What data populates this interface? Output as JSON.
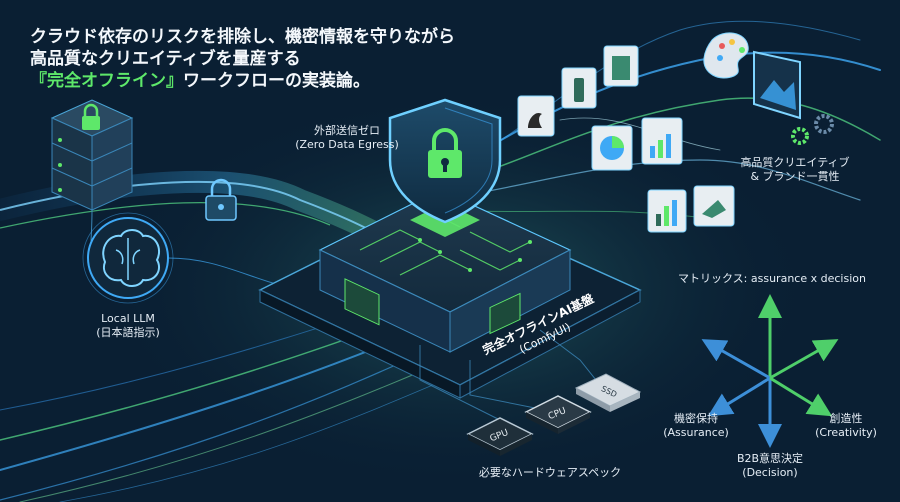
{
  "headline": {
    "line1": "クラウド依存のリスクを排除し、機密情報を守りながら",
    "line2": "高品質なクリエイティブを量産する",
    "line3_highlight": "『完全オフライン』",
    "line3_rest": "ワークフローの実装論。"
  },
  "labels": {
    "egress_jp": "外部送信ゼロ",
    "egress_en": "(Zero Data Egress)",
    "llm_en": "Local LLM",
    "llm_jp": "(日本語指示)",
    "platform_jp": "完全オフラインAI基盤",
    "platform_en": "(ComfyUI)",
    "creative_line1": "高品質クリエイティブ",
    "creative_line2": "& ブランド一貫性",
    "matrix_title": "マトリックス: assurance x decision",
    "confidentiality_jp": "機密保持",
    "confidentiality_en": "(Assurance)",
    "creativity_jp": "創造性",
    "creativity_en": "(Creativity)",
    "decision_jp": "B2B意思決定",
    "decision_en": "(Decision)",
    "hardware": "必要なハードウェアスペック",
    "chip_gpu": "GPU",
    "chip_cpu": "CPU",
    "chip_ssd": "SSD"
  },
  "colors": {
    "background": "#0a1f33",
    "accent_green": "#5ee86a",
    "accent_blue": "#3fa9f5",
    "matrix_blue": "#3d8fd8",
    "matrix_green": "#4fcf6a"
  },
  "icons": [
    "server-icon",
    "lock-icon",
    "brain-icon",
    "shield-lock-icon",
    "palette-icon",
    "image-icon",
    "gear-icon",
    "chart-icon",
    "gpu-chip-icon",
    "cpu-chip-icon",
    "ssd-icon"
  ]
}
